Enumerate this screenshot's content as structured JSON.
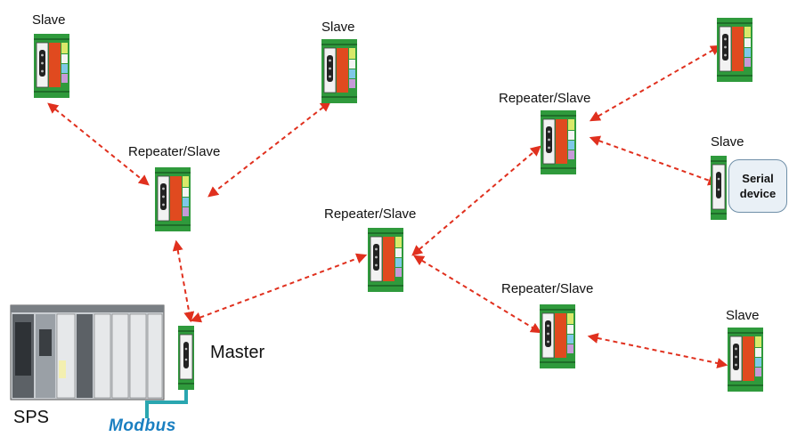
{
  "nodes": {
    "slave_top_left": "Slave",
    "slave_top_center": "Slave",
    "repeater_left": "Repeater/Slave",
    "repeater_center": "Repeater/Slave",
    "repeater_right_top": "Repeater/Slave",
    "repeater_right_bottom": "Repeater/Slave",
    "slave_right_middle": "Slave",
    "slave_right_bottom": "Slave",
    "master": "Master",
    "sps": "SPS",
    "bus": "Modbus"
  },
  "serial_device": {
    "line1": "Serial",
    "line2": "device"
  },
  "colors": {
    "link": "#e0301e",
    "module_green": "#2f9a3c",
    "module_orange": "#e04a1f",
    "cable": "#2aa6b0",
    "modbus_text": "#1a7fc1"
  }
}
